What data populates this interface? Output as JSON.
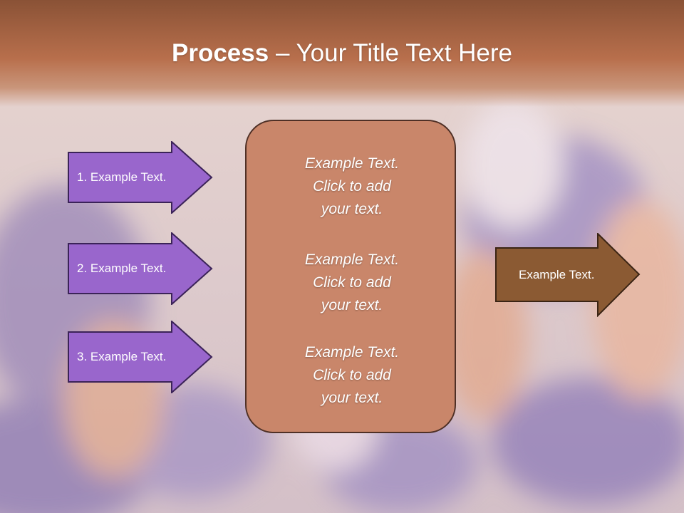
{
  "slide": {
    "title_bold": "Process",
    "title_dash": "–",
    "title_rest": "Your Title Text Here"
  },
  "left_arrows": [
    {
      "label": "1. Example Text."
    },
    {
      "label": "2. Example Text."
    },
    {
      "label": "3. Example Text."
    }
  ],
  "center_box": {
    "blocks": [
      {
        "line1": "Example Text.",
        "line2": "Click  to add",
        "line3": "your text."
      },
      {
        "line1": "Example Text.",
        "line2": "Click  to add",
        "line3": "your text."
      },
      {
        "line1": "Example Text.",
        "line2": "Click  to add",
        "line3": "your text."
      }
    ]
  },
  "right_arrow": {
    "label": "Example Text."
  },
  "colors": {
    "title_bar": "#b86f4c",
    "left_arrow_fill": "#9966cc",
    "left_arrow_stroke": "#3b2358",
    "center_fill": "#c9866a",
    "right_arrow_fill": "#8b5a33",
    "right_arrow_stroke": "#3a2414",
    "text": "#ffffff"
  }
}
